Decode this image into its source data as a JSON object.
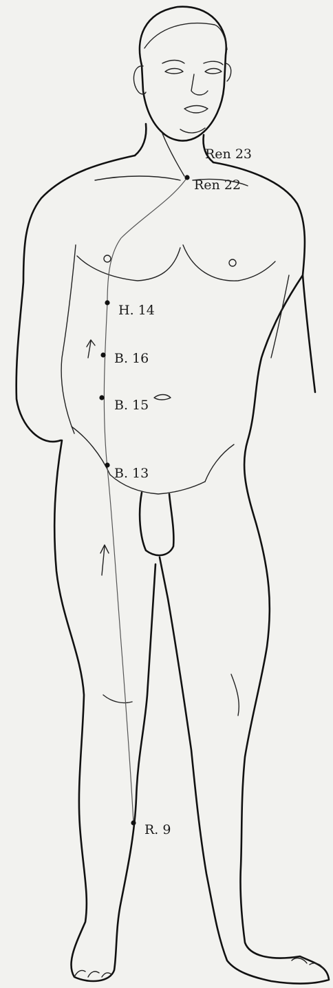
{
  "figure": {
    "description_free": true,
    "line_color": "#111111",
    "background_color": "#f2f2ef"
  },
  "points": [
    {
      "id": "ren23",
      "label": "Ren 23"
    },
    {
      "id": "ren22",
      "label": "Ren 22"
    },
    {
      "id": "h14",
      "label": "H. 14"
    },
    {
      "id": "b16",
      "label": "B. 16"
    },
    {
      "id": "b15",
      "label": "B. 15"
    },
    {
      "id": "b13",
      "label": "B. 13"
    },
    {
      "id": "r9",
      "label": "R. 9"
    }
  ]
}
